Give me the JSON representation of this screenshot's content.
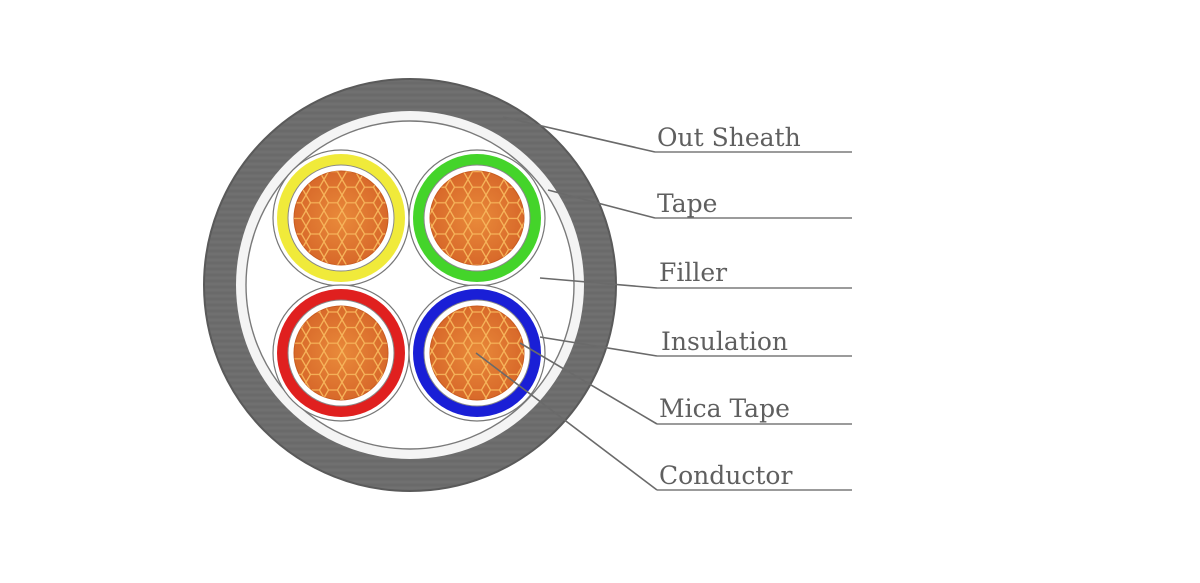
{
  "diagram": {
    "labels": [
      {
        "id": "out-sheath",
        "text": "Out Sheath"
      },
      {
        "id": "tape",
        "text": "Tape"
      },
      {
        "id": "filler",
        "text": "Filler"
      },
      {
        "id": "insulation",
        "text": "Insulation"
      },
      {
        "id": "mica-tape",
        "text": "Mica Tape"
      },
      {
        "id": "conductor",
        "text": "Conductor"
      }
    ],
    "cores": [
      {
        "position": "top-left",
        "insulation_color": "#f0ea3a"
      },
      {
        "position": "top-right",
        "insulation_color": "#44d42a"
      },
      {
        "position": "bottom-left",
        "insulation_color": "#e0201f"
      },
      {
        "position": "bottom-right",
        "insulation_color": "#1a1fd6"
      }
    ],
    "colors": {
      "sheath": "#6b6b6b",
      "tape": "#f4f4f4",
      "filler": "#ffffff",
      "mica_tape": "#ffffff",
      "conductor": "#e07a2e",
      "conductor_strands": "#f0a84a",
      "label_text": "#5f5f5f"
    }
  }
}
